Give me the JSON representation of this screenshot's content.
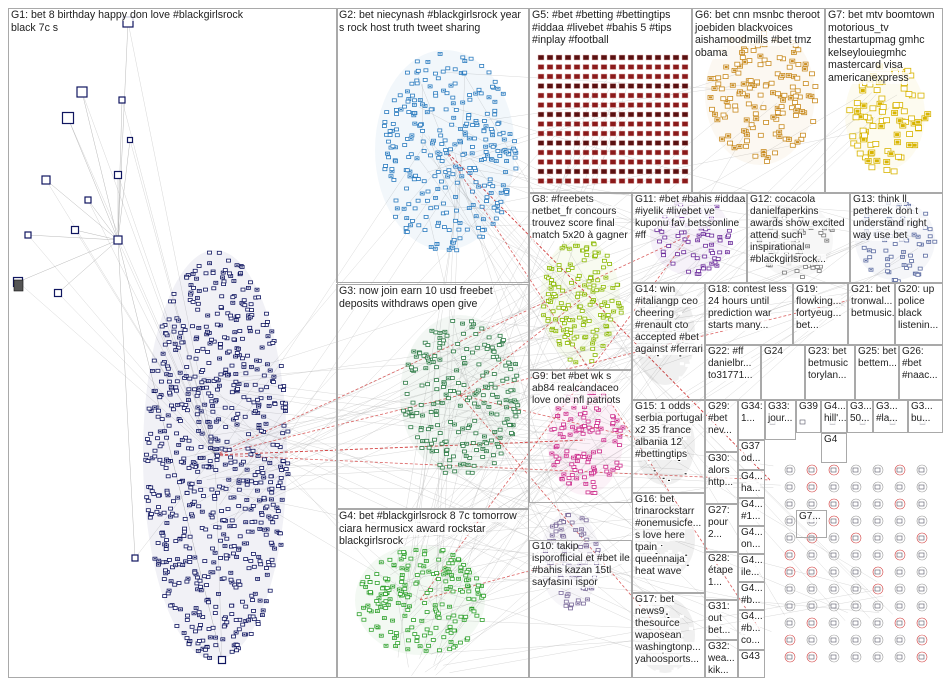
{
  "groups": [
    {
      "id": "G1",
      "text": "G1: bet 8 birthday happy don love #blackgirlsrock black 7c s"
    },
    {
      "id": "G2",
      "text": "G2: bet niecynash #blackgirlsrock year s rock host truth tweet sharing"
    },
    {
      "id": "G3",
      "text": "G3: now join earn 10 usd freebet deposits withdraws open give"
    },
    {
      "id": "G4",
      "text": "G4: bet #blackgirlsrock 8 7c tomorrow ciara hermusicx award rockstar blackgirlsrock"
    },
    {
      "id": "G5",
      "text": "G5: #bet #betting #bettingtips #iddaa #livebet #bahis 5 #tips #inplay #football"
    },
    {
      "id": "G6",
      "text": "G6: bet cnn msnbc theroot joebiden blackvoices aishamoodmills #bet tmz obama"
    },
    {
      "id": "G7",
      "text": "G7: bet mtv boomtown motorious_tv thestartupmag gmhc kelseylouiegmhc mastercard visa americanexpress"
    },
    {
      "id": "G8",
      "text": "G8: #freebets netbet_fr concours trouvez score final match 5x20 à gagner"
    },
    {
      "id": "G9",
      "text": "G9: bet #bet wk s ab84 realcandaceo love one nfl patriots"
    },
    {
      "id": "G10",
      "text": "G10: takip isporofficial et #bet ile #bahis kazan 15tl sayfasını ispor"
    },
    {
      "id": "G11",
      "text": "G11: #bet #bahis #iddaa #iyelik #livebet ve kuponu fav betssonline #ff"
    },
    {
      "id": "G12",
      "text": "G12: cocacola danielfaperkins awards show excited attend such inspirational #blackgirlsrock..."
    },
    {
      "id": "G13",
      "text": "G13: think ll petherek don t understand right way use bet"
    },
    {
      "id": "G14",
      "text": "G14: win #italiangp ceo cheering #renault cto accepted #bet against #ferrari"
    },
    {
      "id": "G15",
      "text": "G15: 1 odds serbia portugal x2 35 france albania 12 #bettingtips"
    },
    {
      "id": "G16",
      "text": "G16: bet trinarockstarr #onemusicfe... s love here tpain queennaija heat wave"
    },
    {
      "id": "G17",
      "text": "G17: bet news9 thesource waposean washingtonp... yahoosports..."
    },
    {
      "id": "G18",
      "text": "G18: contest less 24 hours until prediction war starts many..."
    },
    {
      "id": "G19",
      "text": "G19: flowking... fortyeug... bet..."
    },
    {
      "id": "G20",
      "text": "G20: up police black listenin..."
    },
    {
      "id": "G21",
      "text": "G21: bet tronwal... betmusic..."
    },
    {
      "id": "G22",
      "text": "G22: #ff danielbr... to31771..."
    },
    {
      "id": "G23",
      "text": "G23: bet betmusic torylan..."
    },
    {
      "id": "G24",
      "text": "G24"
    },
    {
      "id": "G25",
      "text": "G25: bet bettem..."
    },
    {
      "id": "G26",
      "text": "G26: #bet #naac..."
    },
    {
      "id": "G27",
      "text": "G27: pour 2..."
    },
    {
      "id": "G28",
      "text": "G28: étape 1..."
    },
    {
      "id": "G29",
      "text": "G29: #bet nev..."
    },
    {
      "id": "G30",
      "text": "G30: alors http..."
    },
    {
      "id": "G31",
      "text": "G31: out bet..."
    },
    {
      "id": "G32",
      "text": "G32: wea... kik..."
    },
    {
      "id": "G33",
      "text": "G33: jour..."
    },
    {
      "id": "G34",
      "text": "G34: 1..."
    },
    {
      "id": "G35",
      "text": "G3... #la..."
    },
    {
      "id": "G36",
      "text": "G3... 50..."
    },
    {
      "id": "G37",
      "text": "G37 od..."
    },
    {
      "id": "G38",
      "text": "G3... bu..."
    },
    {
      "id": "G39",
      "text": "G39"
    },
    {
      "id": "G40",
      "text": "G4... hill'..."
    },
    {
      "id": "G41",
      "text": "G4... #1..."
    },
    {
      "id": "G42",
      "text": "G4... #b..."
    },
    {
      "id": "G43",
      "text": "G43"
    },
    {
      "id": "G44",
      "text": "G4... ile..."
    },
    {
      "id": "G45",
      "text": "G4... ha..."
    },
    {
      "id": "G46",
      "text": "G4... on..."
    },
    {
      "id": "G47",
      "text": "G4... #b... co..."
    },
    {
      "id": "G48",
      "text": "G4"
    },
    {
      "id": "G49",
      "text": "G7..."
    }
  ],
  "colors": {
    "G1": "#101660",
    "G2": "#2a7bbf",
    "G3": "#2c7a45",
    "G4": "#2ea02c",
    "G5": "#8b1a1a",
    "G6": "#c88a20",
    "G7": "#d8b400",
    "G8": "#8ab800",
    "G9": "#cc2a8a",
    "G10": "#7a6a9a",
    "G11": "#6a2a9a",
    "G12": "#7a7a7a",
    "G13": "#5a6aa0",
    "edge": "#a8a8a8",
    "edge_highlight": "#d23c3c"
  }
}
